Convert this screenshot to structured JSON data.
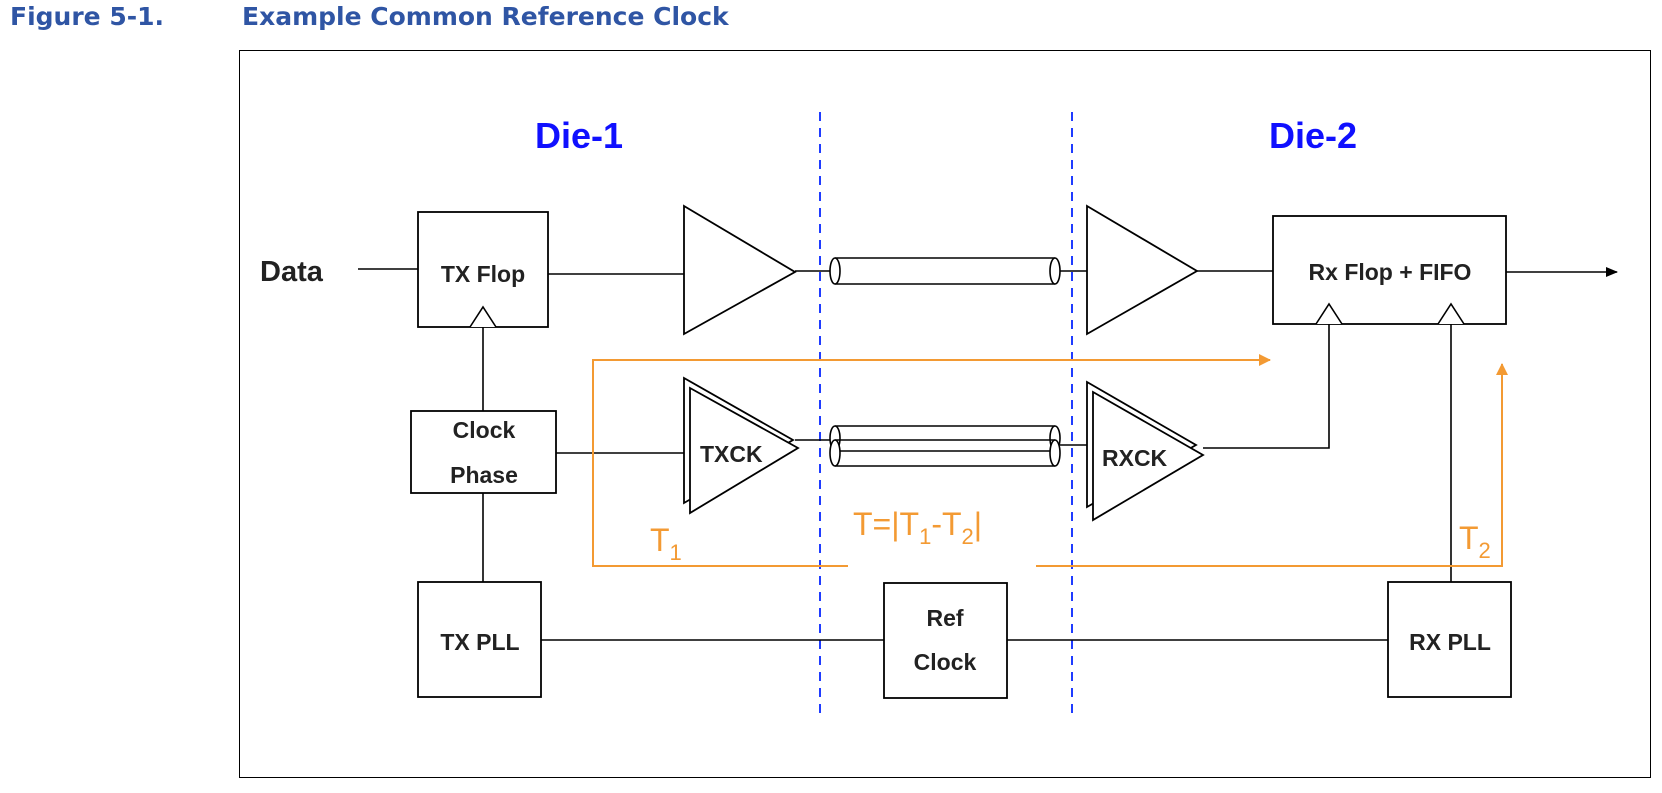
{
  "figure": {
    "number": "Figure 5-1.",
    "title": "Example Common Reference Clock"
  },
  "diagram": {
    "die1_label": "Die-1",
    "die2_label": "Die-2",
    "data_label": "Data",
    "tx_flop": "TX Flop",
    "clock_phase_line1": "Clock",
    "clock_phase_line2": "Phase",
    "tx_pll": "TX PLL",
    "txck": "TXCK",
    "rxck": "RXCK",
    "rx_flop_fifo": "Rx Flop + FIFO",
    "ref_clock_line1": "Ref",
    "ref_clock_line2": "Clock",
    "rx_pll": "RX PLL",
    "t1": {
      "base": "T",
      "sub": "1"
    },
    "t2": {
      "base": "T",
      "sub": "2"
    },
    "t_eq": {
      "p1": "T=|T",
      "s1": "1",
      "p2": "-T",
      "s2": "2",
      "p3": "|"
    },
    "colors": {
      "die_label": "#1010ff",
      "timing": "#f39a33",
      "boundary": "#1f3cff",
      "line": "#000000",
      "header": "#2f55a4"
    }
  }
}
